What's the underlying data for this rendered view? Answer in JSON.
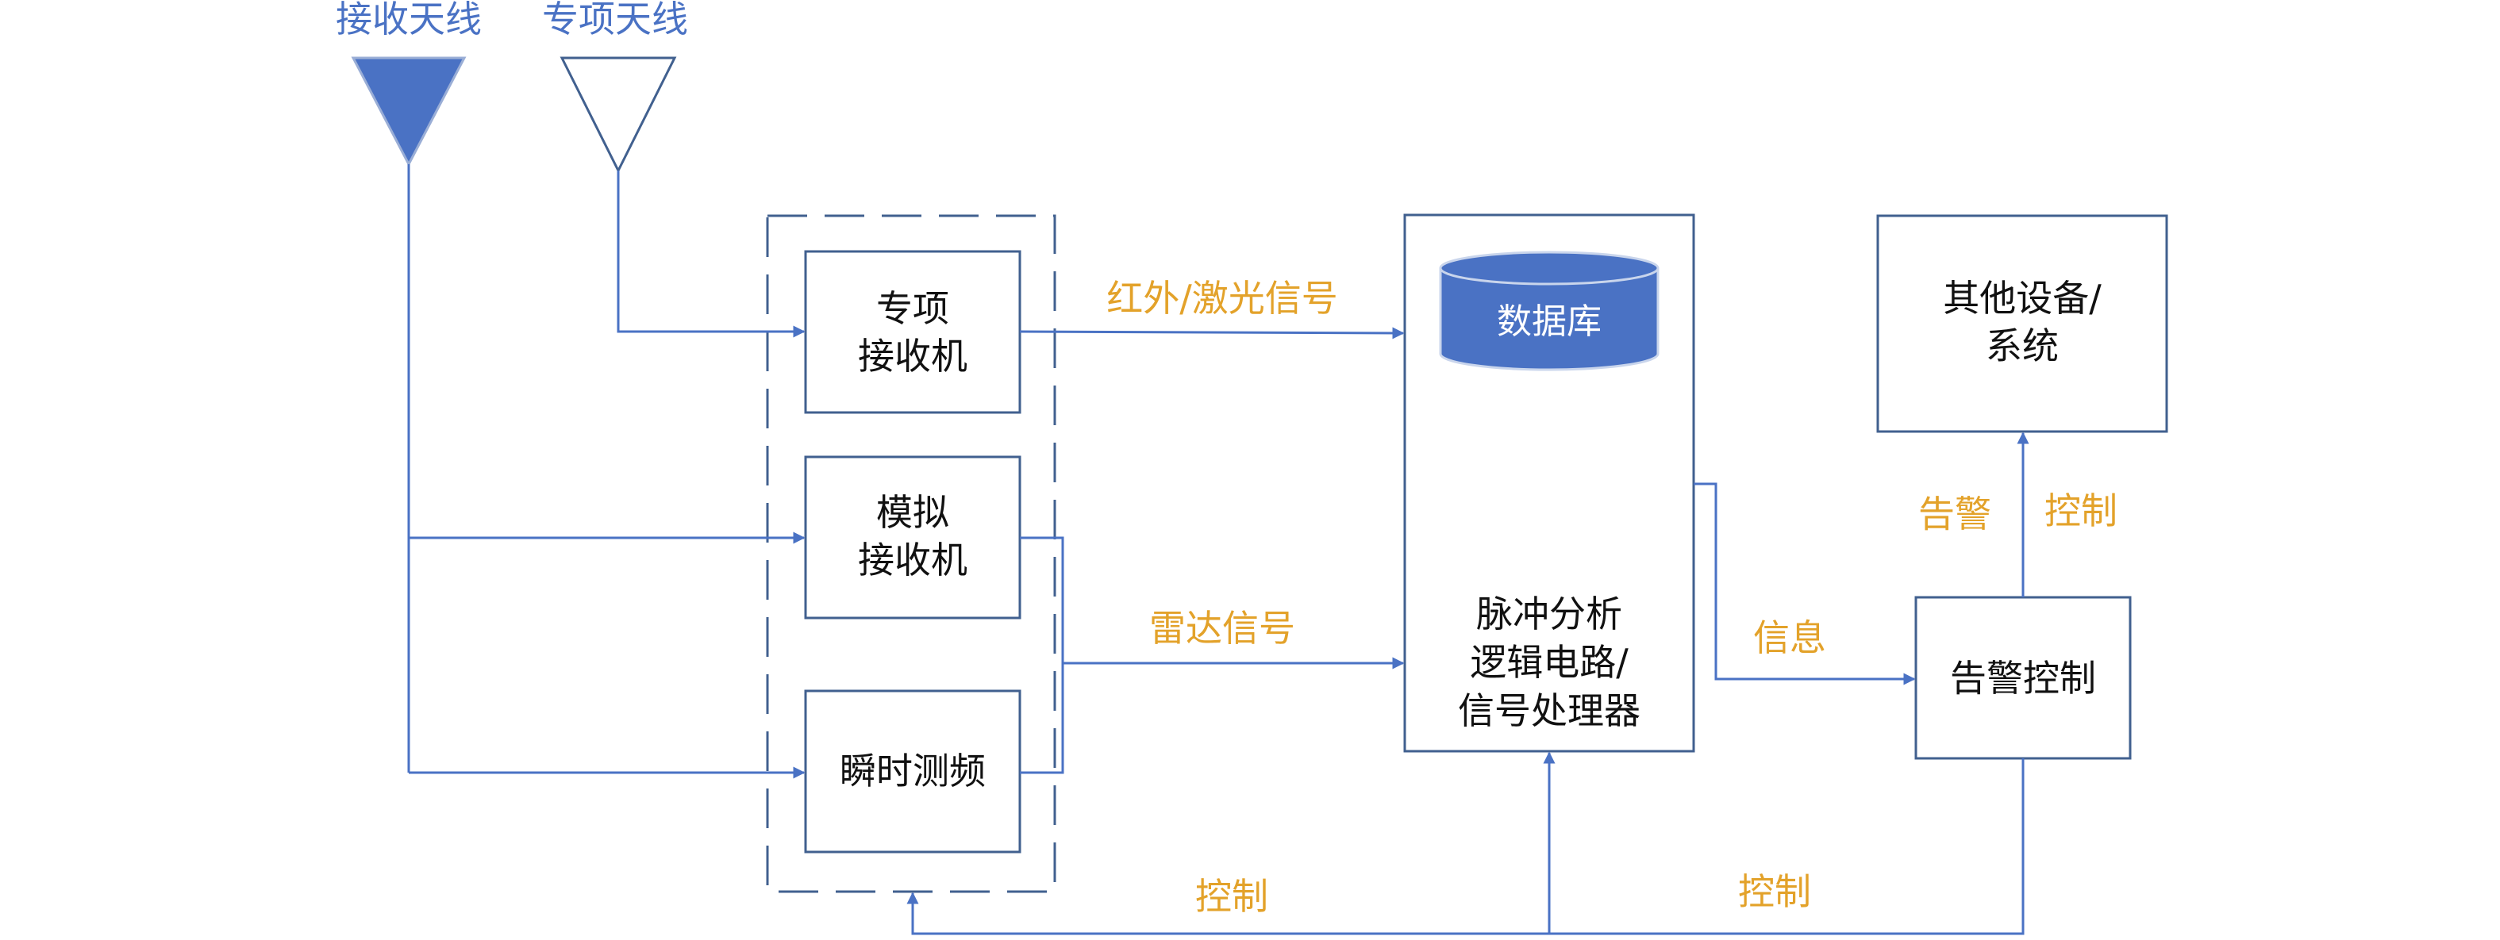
{
  "colors": {
    "line": "#4a72c4",
    "box_border": "#41608f",
    "signal_label": "#e3a22a",
    "database_fill": "#4a72c4"
  },
  "antennas": {
    "receive": "接收天线",
    "special": "专项天线"
  },
  "receivers": {
    "special": [
      "专项",
      "接收机"
    ],
    "analog": [
      "模拟",
      "接收机"
    ],
    "ifm": "瞬时测频"
  },
  "processor": {
    "database": "数据库",
    "lines": [
      "脉冲分析",
      "逻辑电路/",
      "信号处理器"
    ]
  },
  "alarm_control": "告警控制",
  "other_systems": [
    "其他设备/",
    "系统"
  ],
  "signals": {
    "ir_laser": "红外/激光信号",
    "radar": "雷达信号",
    "info": "信息",
    "alarm": "告警",
    "control_up": "控制",
    "control_bottom_left": "控制",
    "control_bottom_right": "控制"
  }
}
